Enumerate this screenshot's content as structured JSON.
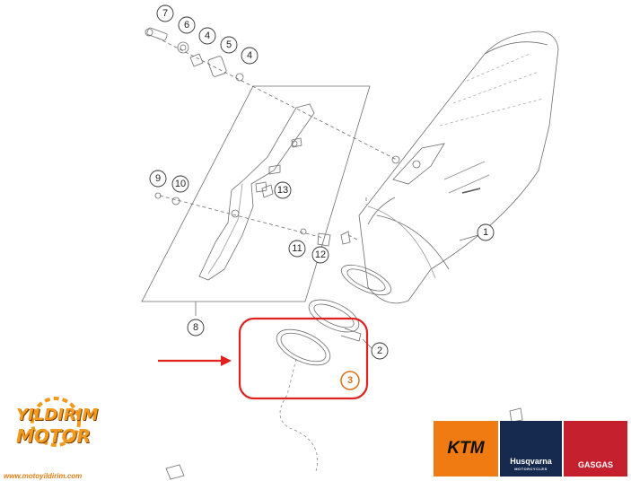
{
  "callouts": {
    "c1": "1",
    "c2": "2",
    "c3": "3",
    "c4a": "4",
    "c4b": "4",
    "c5": "5",
    "c6": "6",
    "c7": "7",
    "c8": "8",
    "c9": "9",
    "c10": "10",
    "c11": "11",
    "c12": "12",
    "c13": "13"
  },
  "logo": {
    "line1": "YILDIRIM",
    "line2": "MOTOR",
    "url": "www.motoyildirim.com"
  },
  "brands": {
    "ktm": "KTM",
    "husqvarna": "Husqvarna",
    "husqvarna_sub": "MOTORCYCLES",
    "gasgas": "GASGAS"
  },
  "colors": {
    "highlight": "#e0221f",
    "callout_highlight": "#d8731c",
    "ktm": "#f07b13",
    "husqvarna": "#16294e",
    "gasgas": "#c5202e",
    "logo": "#f39a1e"
  }
}
